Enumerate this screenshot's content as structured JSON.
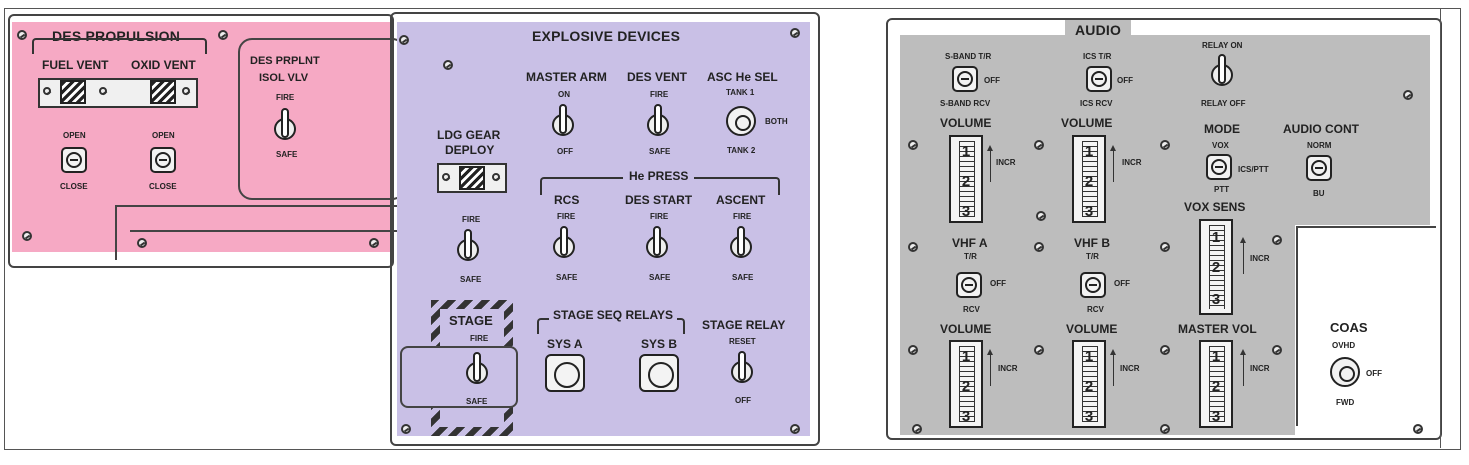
{
  "des_propulsion": {
    "title": "DES PROPULSION",
    "fuel_vent": "FUEL VENT",
    "oxid_vent": "OXID VENT",
    "fuel_open": "OPEN",
    "fuel_close": "CLOSE",
    "oxid_open": "OPEN",
    "oxid_close": "CLOSE",
    "des_prplnt_line1": "DES PRPLNT",
    "des_prplnt_line2": "ISOL VLV",
    "prplnt_fire": "FIRE",
    "prplnt_safe": "SAFE"
  },
  "explosive_devices": {
    "title": "EXPLOSIVE DEVICES",
    "master_arm": "MASTER ARM",
    "master_arm_on": "ON",
    "master_arm_off": "OFF",
    "des_vent": "DES VENT",
    "des_vent_fire": "FIRE",
    "des_vent_safe": "SAFE",
    "asc_he_sel": "ASC He SEL",
    "tank1": "TANK 1",
    "both": "BOTH",
    "tank2": "TANK 2",
    "ldg_gear_line1": "LDG GEAR",
    "ldg_gear_line2": "DEPLOY",
    "ldg_fire": "FIRE",
    "ldg_safe": "SAFE",
    "he_press": "He PRESS",
    "rcs": "RCS",
    "rcs_fire": "FIRE",
    "rcs_safe": "SAFE",
    "des_start": "DES START",
    "des_start_fire": "FIRE",
    "des_start_safe": "SAFE",
    "ascent": "ASCENT",
    "ascent_fire": "FIRE",
    "ascent_safe": "SAFE",
    "stage": "STAGE",
    "stage_fire": "FIRE",
    "stage_safe": "SAFE",
    "stage_seq_relays": "STAGE SEQ RELAYS",
    "sys_a": "SYS A",
    "sys_b": "SYS B",
    "stage_relay": "STAGE RELAY",
    "stage_relay_reset": "RESET",
    "stage_relay_off": "OFF"
  },
  "audio": {
    "title": "AUDIO",
    "sband_tr": "S-BAND T/R",
    "sband_off": "OFF",
    "sband_rcv": "S-BAND RCV",
    "ics_tr": "ICS T/R",
    "ics_off": "OFF",
    "ics_rcv": "ICS RCV",
    "relay_on": "RELAY ON",
    "relay_off": "RELAY OFF",
    "volume1": "VOLUME",
    "volume2": "VOLUME",
    "volume3": "VOLUME",
    "volume4": "VOLUME",
    "mode": "MODE",
    "mode_vox": "VOX",
    "mode_ics_ptt": "ICS/PTT",
    "mode_ptt": "PTT",
    "audio_cont": "AUDIO CONT",
    "norm": "NORM",
    "bu": "BU",
    "vhf_a": "VHF A",
    "vhf_a_tr": "T/R",
    "vhf_a_off": "OFF",
    "vhf_a_rcv": "RCV",
    "vhf_b": "VHF B",
    "vhf_b_tr": "T/R",
    "vhf_b_off": "OFF",
    "vhf_b_rcv": "RCV",
    "vox_sens": "VOX SENS",
    "master_vol": "MASTER VOL",
    "thumb_1": "1",
    "thumb_2": "2",
    "thumb_3": "3",
    "incr": "INCR"
  },
  "coas": {
    "title": "COAS",
    "ovhd": "OVHD",
    "off": "OFF",
    "fwd": "FWD"
  }
}
